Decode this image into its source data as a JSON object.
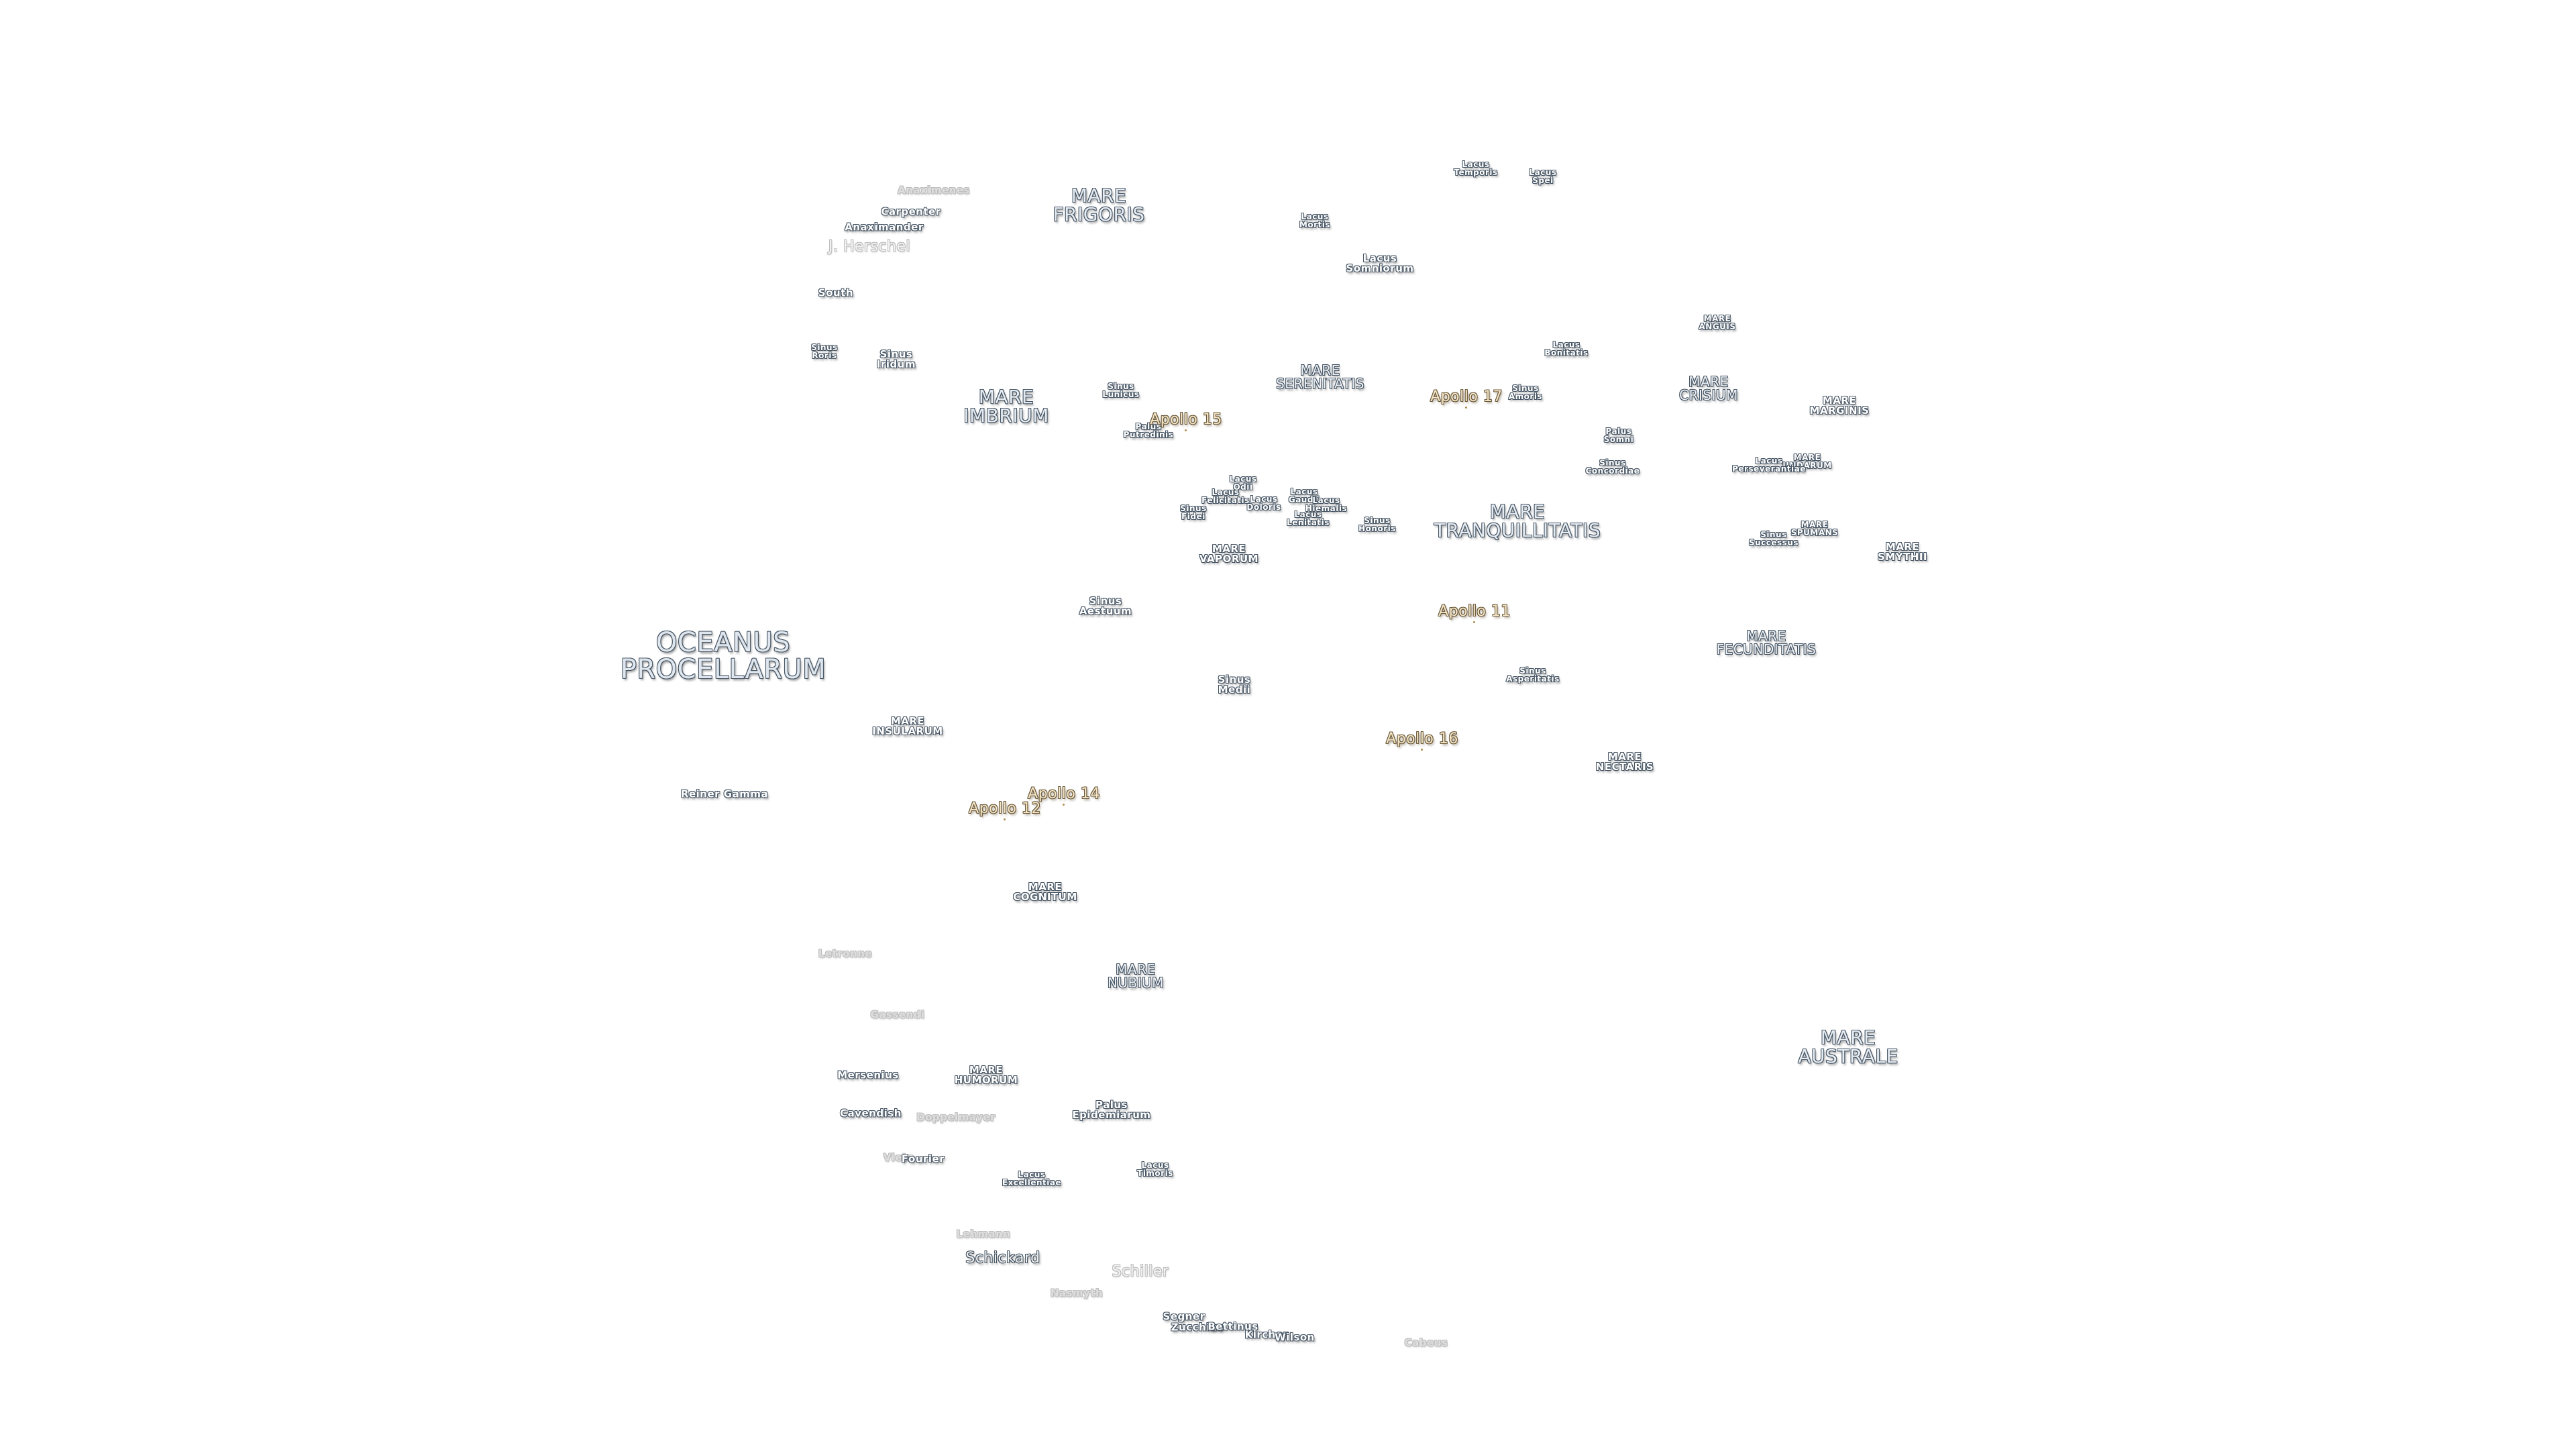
{
  "maria": {
    "oceanus_procellarum": "OCEANUS\nPROCELLARUM",
    "mare_imbrium": "MARE\nIMBRIUM",
    "mare_frigoris": "MARE\nFRIGORIS",
    "mare_serenitatis": "MARE\nSERENITATIS",
    "mare_tranquillitatis": "MARE\nTRANQUILLITATIS",
    "mare_crisium": "MARE\nCRISIUM",
    "mare_fecunditatis": "MARE\nFECUNDITATIS",
    "mare_nectaris": "MARE\nNECTARIS",
    "mare_nubium": "MARE\nNUBIUM",
    "mare_humorum": "MARE\nHUMORUM",
    "mare_cognitum": "MARE\nCOGNITUM",
    "mare_insularum": "MARE\nINSULARUM",
    "mare_vaporum": "MARE\nVAPORUM",
    "mare_marginis": "MARE\nMARGINIS",
    "mare_smythii": "MARE\nSMYTHII",
    "mare_australe": "MARE\nAUSTRALE",
    "mare_anguis": "MARE\nANGUIS",
    "mare_undarum": "MARE\nUNDARUM",
    "mare_spumans": "MARE\nSPUMANS"
  },
  "features": {
    "lacus_temporis": "Lacus\nTemporis",
    "lacus_spei": "Lacus\nSpei",
    "lacus_mortis": "Lacus\nMortis",
    "lacus_somniorum": "Lacus\nSomniorum",
    "lacus_bonitatis": "Lacus\nBonitatis",
    "sinus_amoris": "Sinus\nAmoris",
    "palus_somni": "Palus\nSomni",
    "sinus_concordiae": "Sinus\nConcordiae",
    "lacus_perseverantiae": "Lacus\nPerseverantiae",
    "sinus_successus": "Sinus\nSuccessus",
    "sinus_roris": "Sinus\nRoris",
    "sinus_iridum": "Sinus\nIridum",
    "sinus_lunicus": "Sinus\nLunicus",
    "palus_putredinis": "Palus\nPutredinis",
    "lacus_odii": "Lacus\nOdii",
    "lacus_felicitatis": "Lacus\nFelicitatis",
    "lacus_doloris": "Lacus\nDoloris",
    "sinus_fidei": "Sinus\nFidei",
    "lacus_gaudii": "Lacus\nGaudii",
    "lacus_hiemalis": "Lacus\nHiemalis",
    "lacus_lenitatis": "Lacus\nLenitatis",
    "sinus_honoris": "Sinus\nHonoris",
    "sinus_aestuum": "Sinus\nAestuum",
    "sinus_medii": "Sinus\nMedii",
    "sinus_asperitatis": "Sinus\nAsperitatis",
    "palus_epidemiarum": "Palus\nEpidemiarum",
    "lacus_excellentiae": "Lacus\nExcellentiae",
    "lacus_timoris": "Lacus\nTimoris"
  },
  "craters": {
    "anaximenes": "Anaximenes",
    "carpenter": "Carpenter",
    "anaximander": "Anaximander",
    "j_herschel": "J. Herschel",
    "south": "South",
    "reiner_gamma": "Reiner Gamma",
    "letronne": "Letronne",
    "gassendi": "Gassendi",
    "mersenius": "Mersenius",
    "cavendish": "Cavendish",
    "doppelmayer": "Doppelmayer",
    "vieta": "Vieta",
    "fourier": "Fourier",
    "lehmann": "Lehmann",
    "schickard": "Schickard",
    "schiller": "Schiller",
    "nasmyth": "Nasmyth",
    "segner": "Segner",
    "zucchius": "Zucchius",
    "bettinus": "Bettinus",
    "kircher": "Kircher",
    "wilson": "Wilson",
    "cabeus": "Cabeus"
  },
  "apollo_sites": {
    "apollo_11": "Apollo 11",
    "apollo_12": "Apollo 12",
    "apollo_14": "Apollo 14",
    "apollo_15": "Apollo 15",
    "apollo_16": "Apollo 16",
    "apollo_17": "Apollo 17"
  }
}
